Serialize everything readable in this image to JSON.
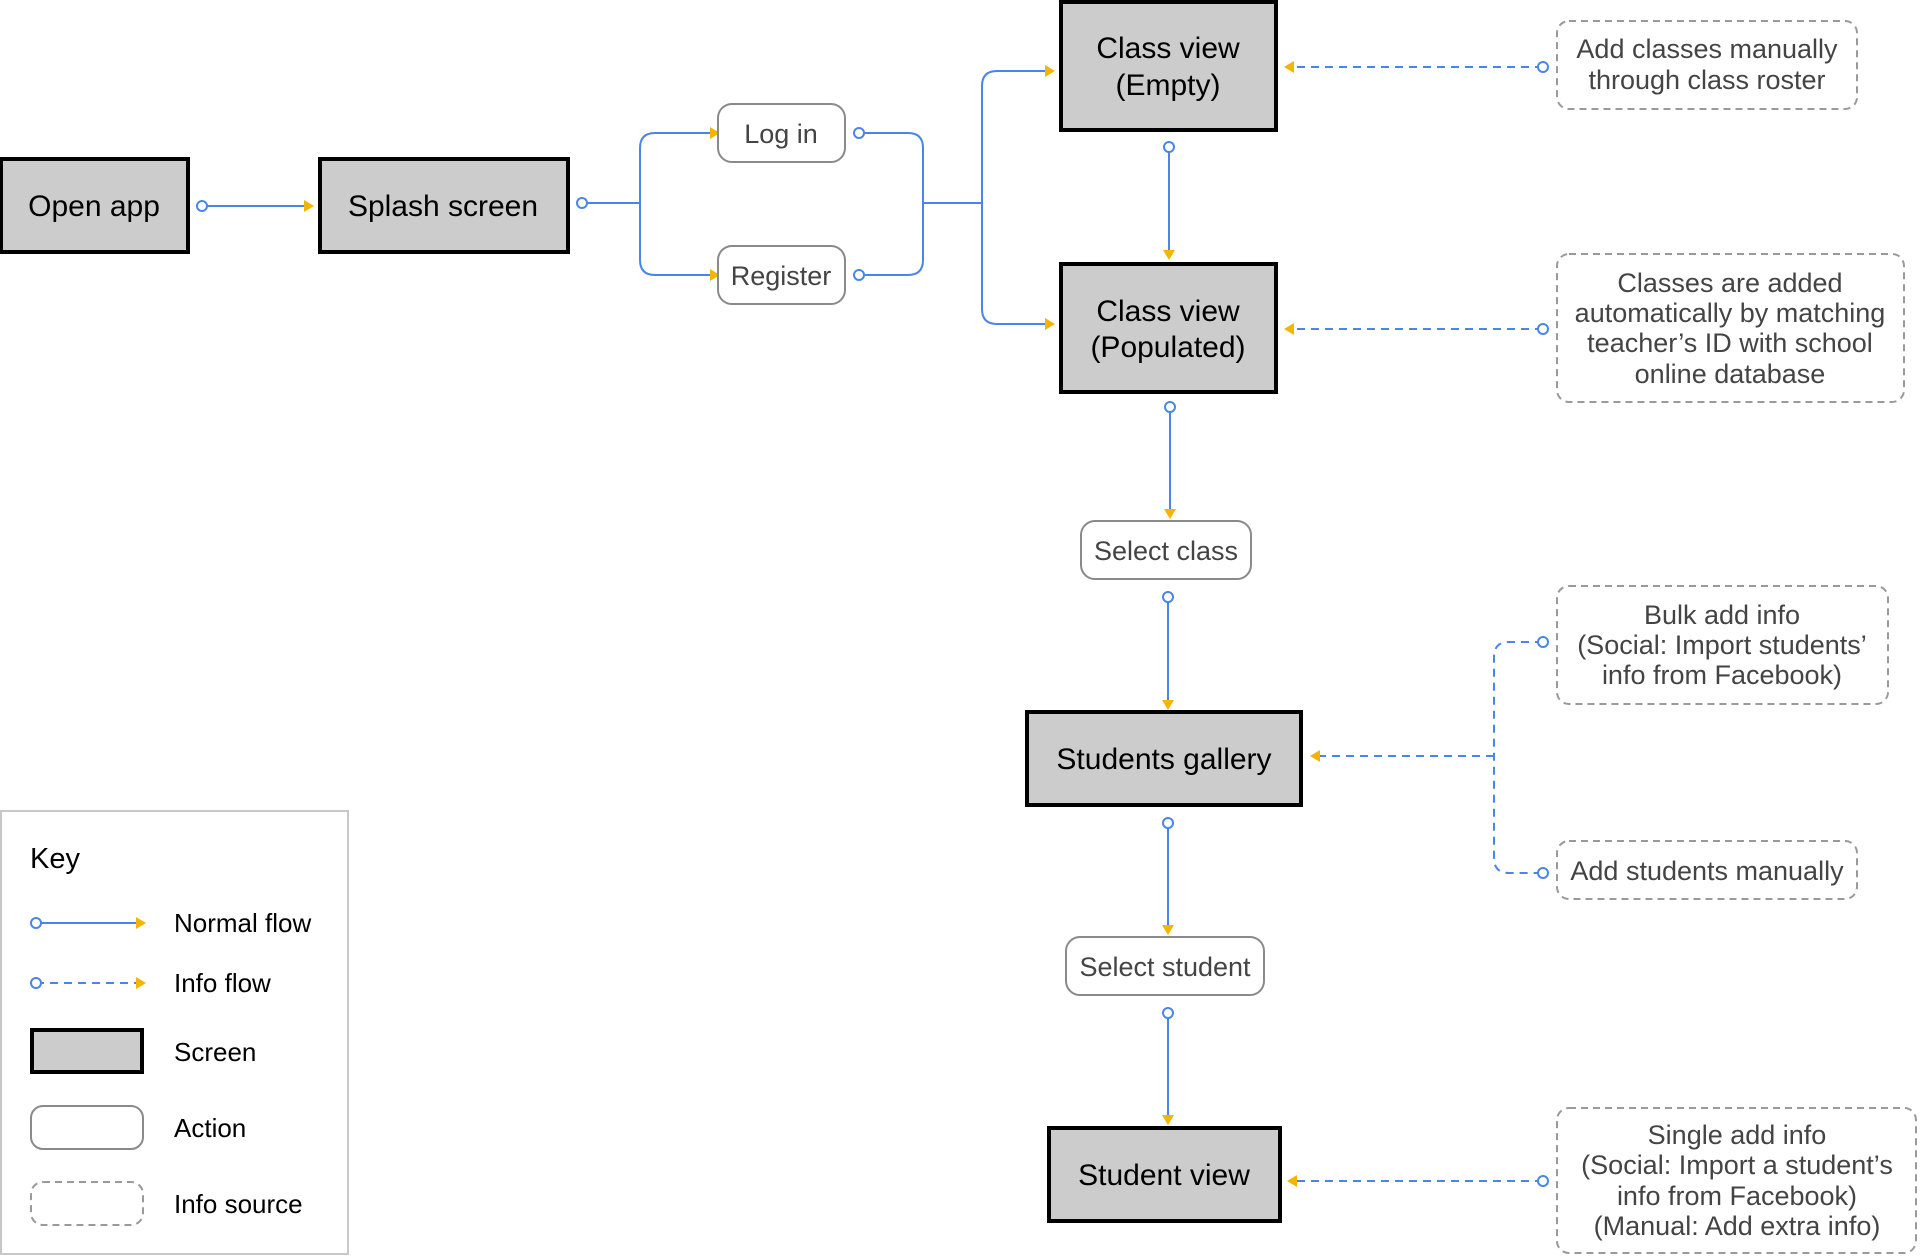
{
  "screens": {
    "open_app": "Open app",
    "splash_screen": "Splash screen",
    "class_view_empty": [
      "Class view",
      "(Empty)"
    ],
    "class_view_populated": [
      "Class view",
      "(Populated)"
    ],
    "students_gallery": "Students gallery",
    "student_view": "Student view"
  },
  "actions": {
    "log_in": "Log in",
    "register": "Register",
    "select_class": "Select class",
    "select_student": "Select student"
  },
  "info_sources": {
    "add_classes_manually": [
      "Add classes manually",
      "through class roster"
    ],
    "classes_added_automatically": [
      "Classes are added",
      "automatically by matching",
      "teacher’s ID with school",
      "online database"
    ],
    "bulk_add_info": [
      "Bulk add info",
      "(Social: Import students’",
      "info from Facebook)"
    ],
    "add_students_manually": "Add students manually",
    "single_add_info": [
      "Single add info",
      "(Social: Import a student’s",
      "info from Facebook)",
      "(Manual: Add extra info)"
    ]
  },
  "key": {
    "title": "Key",
    "normal_flow": "Normal flow",
    "info_flow": "Info flow",
    "screen": "Screen",
    "action": "Action",
    "info_source": "Info source"
  },
  "colors": {
    "flow_line": "#4a86e8",
    "arrowhead": "#f4b400",
    "screen_fill": "#cccccc"
  }
}
